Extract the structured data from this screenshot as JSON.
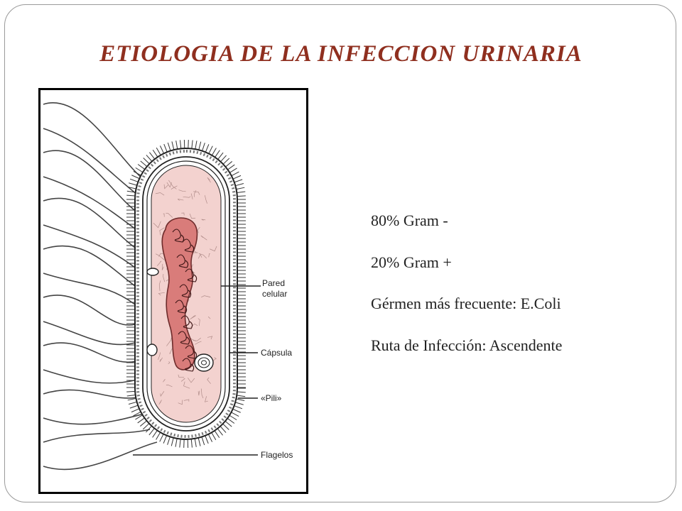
{
  "slide": {
    "title": "ETIOLOGIA DE LA INFECCION URINARIA"
  },
  "figure": {
    "labels": {
      "cell_wall_line1": "Pared",
      "cell_wall_line2": "celular",
      "capsule": "Cápsula",
      "pili": "«Pili»",
      "flagella": "Flagelos"
    }
  },
  "bullets": [
    "80% Gram -",
    "20% Gram +",
    "Gérmen más frecuente: E.Coli",
    "Ruta de Infección: Ascendente"
  ],
  "colors": {
    "title": "#8f2f1f",
    "cytoplasm": "#f3d2cf",
    "nucleoid": "#d97c7a",
    "outline": "#222222"
  }
}
